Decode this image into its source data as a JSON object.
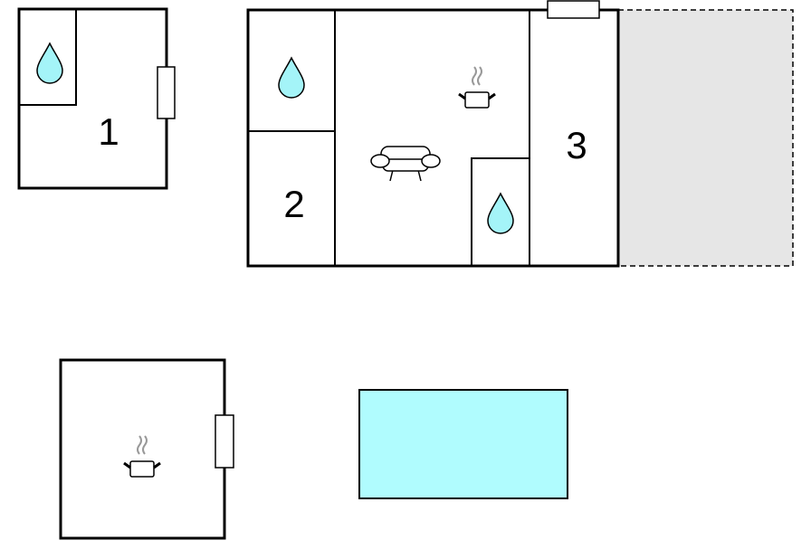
{
  "rooms": {
    "label_1": "1",
    "label_2": "2",
    "label_3": "3"
  },
  "colors": {
    "water": "#a4f4f8",
    "pool": "#b0fcfe",
    "terrace": "#e6e6e6",
    "wall": "#000000",
    "steam": "#999999"
  },
  "icons": [
    "water-drop-icon",
    "cooking-pot-icon",
    "sofa-icon",
    "window"
  ]
}
